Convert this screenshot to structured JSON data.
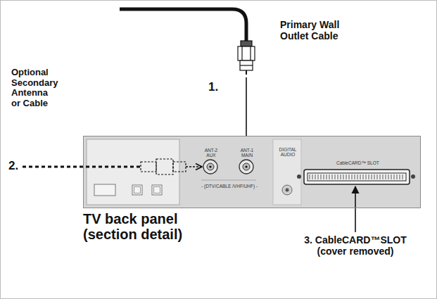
{
  "diagram": {
    "nodes": [
      {
        "text": [
          "ANT-2 AUX",
          "ANT-1 MAIN",
          "- (DTV/CABLE /VHF/UHF) -",
          "DIGITAL AUDIO",
          "CableCARD™ SLOT"
        ]
      }
    ],
    "labels": [
      "Primary Wall Outlet Cable",
      "1.",
      "Optional Secondary Antenna or Cable",
      "2.",
      "TV back panel (section detail)",
      "3. CableCARD™SLOT (cover removed)"
    ]
  }
}
